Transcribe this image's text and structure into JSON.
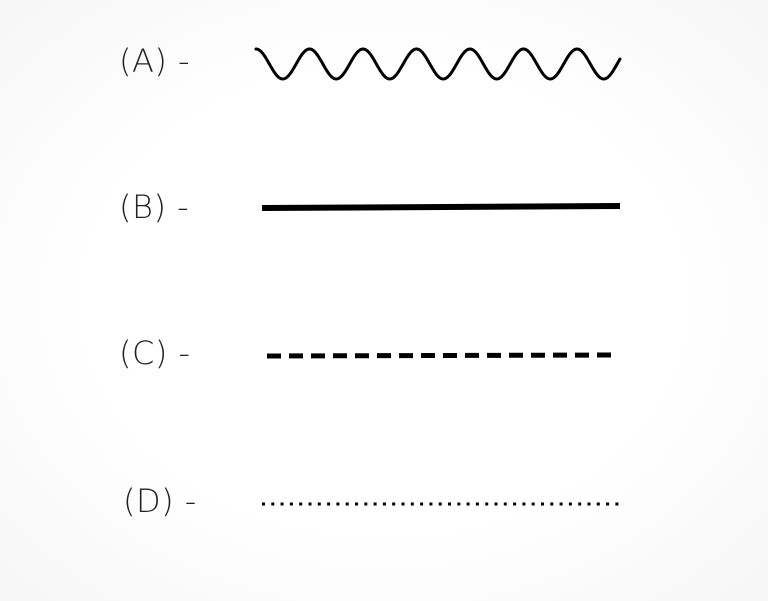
{
  "legend": {
    "items": [
      {
        "label": "(A) -",
        "style": "wavy"
      },
      {
        "label": "(B) -",
        "style": "solid"
      },
      {
        "label": "(C) -",
        "style": "dashed"
      },
      {
        "label": "(D) -",
        "style": "dotted"
      }
    ]
  },
  "colors": {
    "line": "#000000",
    "label": "#222222",
    "background": "#ffffff"
  }
}
